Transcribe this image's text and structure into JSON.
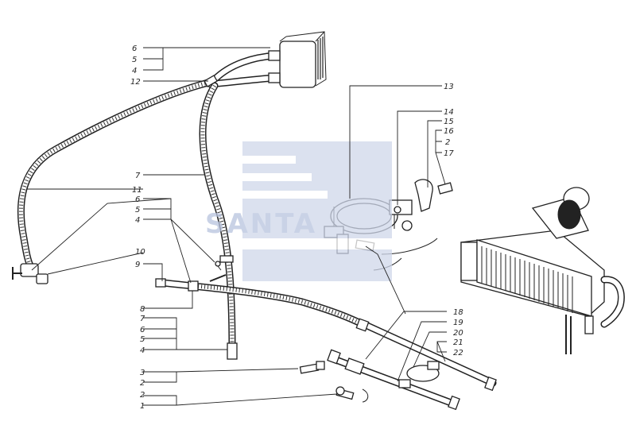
{
  "diagram": {
    "callouts": [
      {
        "id": "c6a",
        "text": "6"
      },
      {
        "id": "c5a",
        "text": "5"
      },
      {
        "id": "c4a",
        "text": "4"
      },
      {
        "id": "c12",
        "text": "12"
      },
      {
        "id": "c13",
        "text": "13"
      },
      {
        "id": "c14",
        "text": "14"
      },
      {
        "id": "c15",
        "text": "15"
      },
      {
        "id": "c16",
        "text": "16"
      },
      {
        "id": "c2a",
        "text": "2"
      },
      {
        "id": "c17",
        "text": "17"
      },
      {
        "id": "c7a",
        "text": "7"
      },
      {
        "id": "c11",
        "text": "11"
      },
      {
        "id": "c6b",
        "text": "6"
      },
      {
        "id": "c5b",
        "text": "5"
      },
      {
        "id": "c4b",
        "text": "4"
      },
      {
        "id": "c10",
        "text": "10"
      },
      {
        "id": "c9",
        "text": "9"
      },
      {
        "id": "c8",
        "text": "8"
      },
      {
        "id": "c7b",
        "text": "7"
      },
      {
        "id": "c6c",
        "text": "6"
      },
      {
        "id": "c5c",
        "text": "5"
      },
      {
        "id": "c4c",
        "text": "4"
      },
      {
        "id": "c3",
        "text": "3"
      },
      {
        "id": "c2b",
        "text": "2"
      },
      {
        "id": "c2c",
        "text": "2"
      },
      {
        "id": "c1",
        "text": "1"
      },
      {
        "id": "c18",
        "text": "18"
      },
      {
        "id": "c19",
        "text": "19"
      },
      {
        "id": "c20",
        "text": "20"
      },
      {
        "id": "c21",
        "text": "21"
      },
      {
        "id": "c22",
        "text": "22"
      }
    ]
  },
  "watermark": {
    "text": "SANTA",
    "color": "#3d5a99"
  },
  "colors": {
    "ink": "#222222",
    "background": "#ffffff"
  }
}
